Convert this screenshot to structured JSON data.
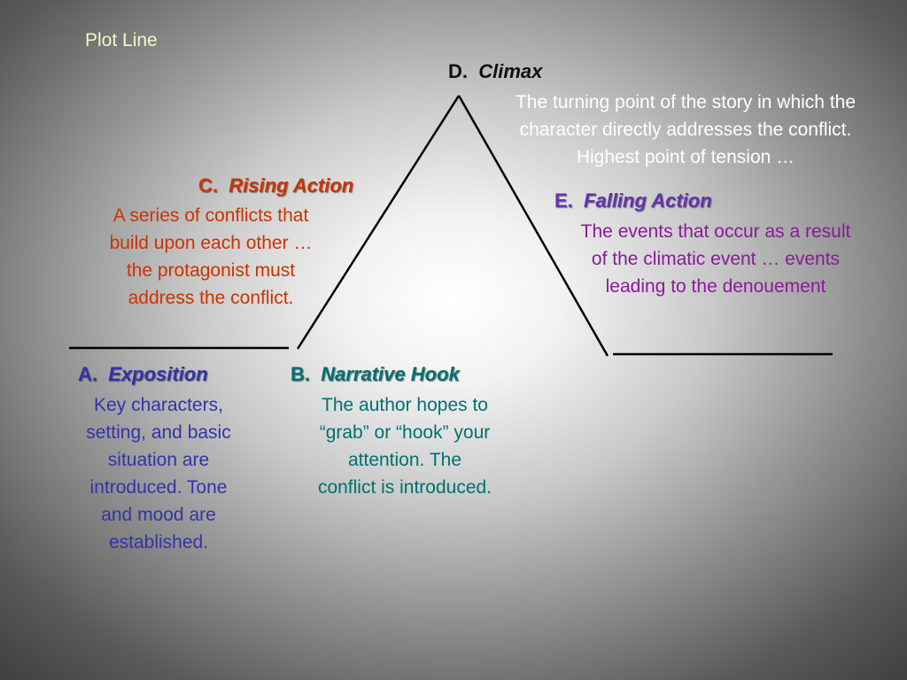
{
  "title": "Plot Line",
  "stages": {
    "climax": {
      "letter": "D.",
      "name": "Climax",
      "description_lines": [
        "The turning point of the story in which the",
        "character directly addresses the conflict.",
        "Highest point of tension …"
      ]
    },
    "rising_action": {
      "letter": "C.",
      "name": "Rising Action",
      "description_lines": [
        "A series of conflicts that",
        "build upon each other …",
        "the protagonist must",
        "address the conflict."
      ]
    },
    "falling_action": {
      "letter": "E.",
      "name": "Falling Action",
      "description_lines": [
        "The events that occur as a result",
        "of the climatic event … events",
        "leading to the denouement"
      ]
    },
    "exposition": {
      "letter": "A.",
      "name": "Exposition",
      "description_lines": [
        "Key characters,",
        "setting, and basic",
        "situation are",
        "introduced.  Tone",
        "and mood are",
        "established."
      ]
    },
    "narrative_hook": {
      "letter": "B.",
      "name": "Narrative Hook",
      "description_lines": [
        "The author hopes to",
        "“grab” or “hook” your",
        "attention.  The",
        "conflict is introduced."
      ]
    }
  },
  "colors": {
    "title": "#f6f6c8",
    "climax_heading": "#111111",
    "climax_text": "#ffffff",
    "rising_action": "#cc3300",
    "falling_action_heading": "#6633aa",
    "falling_action_text": "#8a1a9a",
    "exposition": "#3333aa",
    "narrative_hook": "#007070",
    "plot_line": "#000000"
  }
}
